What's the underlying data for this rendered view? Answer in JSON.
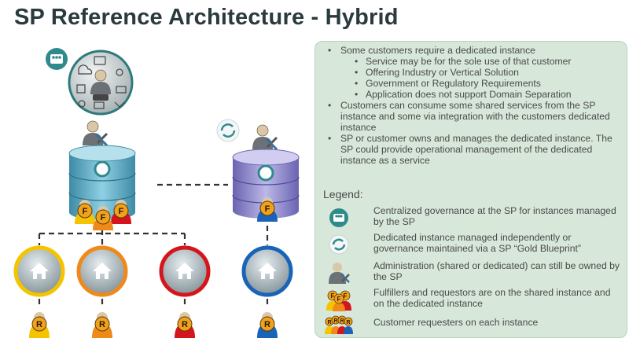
{
  "title": "SP Reference Architecture - Hybrid",
  "bullets": [
    {
      "text": "Some customers require a dedicated instance",
      "level": 1
    },
    {
      "text": "Service may be for the sole use of that customer",
      "level": 2
    },
    {
      "text": "Offering Industry or Vertical Solution",
      "level": 2
    },
    {
      "text": "Government or Regulatory Requirements",
      "level": 2
    },
    {
      "text": "Application does not support Domain Separation",
      "level": 2
    },
    {
      "text": "Customers can consume some shared services from the SP instance and some via integration with the customers dedicated instance",
      "level": 1
    },
    {
      "text": "SP or customer owns and manages the dedicated instance. The SP could provide operational management of the dedicated instance as a service",
      "level": 1
    }
  ],
  "legend": {
    "title": "Legend:",
    "items": [
      {
        "icon": "governance-icon",
        "text": "Centralized governance at the SP for instances managed by the SP"
      },
      {
        "icon": "gold-blueprint-icon",
        "text": "Dedicated instance managed independently or governance maintained via a SP “Gold Blueprint”"
      },
      {
        "icon": "admin-icon",
        "text": "Administration (shared or dedicated) can still be owned by the SP"
      },
      {
        "icon": "fulfillers-icon",
        "text": "Fulfillers and requestors are on the shared instance and on the dedicated instance"
      },
      {
        "icon": "requesters-icon",
        "text": "Customer requesters on each instance"
      }
    ]
  },
  "diagram": {
    "fulfiller_letter": "F",
    "requester_letter": "R",
    "customer_colors": [
      "#f5c400",
      "#ef8a1a",
      "#d4161c",
      "#1a64b8"
    ],
    "shared_db_color": "#5bb0c9",
    "dedicated_db_color": "#8b86c8"
  }
}
